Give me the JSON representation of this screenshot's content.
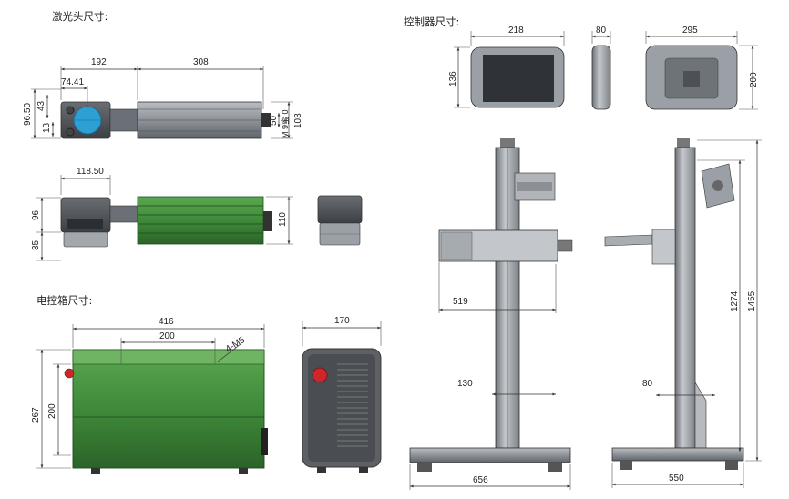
{
  "titles": {
    "laser_head": "激光头尺寸:",
    "controller": "控制器尺寸:",
    "control_box": "电控箱尺寸:"
  },
  "laser_head": {
    "dims": {
      "d192": "192",
      "d308": "308",
      "d74_41": "74.41",
      "d96_50": "96.50",
      "d43": "43",
      "d13": "13",
      "d50": "50",
      "dM": "M 9蜜 0",
      "d103": "103",
      "d118_50": "118.50",
      "d96": "96",
      "d35": "35",
      "d110": "110"
    }
  },
  "controller": {
    "dims": {
      "d218": "218",
      "d80": "80",
      "d295": "295",
      "d136": "136",
      "d200": "200"
    }
  },
  "stand": {
    "dims": {
      "d519": "519",
      "d130": "130",
      "d656": "656",
      "d1274": "1274",
      "d1455": "1455",
      "d80": "80",
      "d550": "550"
    }
  },
  "control_box": {
    "dims": {
      "d416": "416",
      "d200": "200",
      "d4m5": "4-M5",
      "d267": "267",
      "d200v": "200",
      "d170": "170"
    }
  },
  "colors": {
    "green": "#3f8a3a",
    "green_dark": "#2c6a2a",
    "grey": "#8c9095",
    "grey_dark": "#555a60",
    "blue": "#2d9fd4",
    "red": "#d0262a"
  }
}
